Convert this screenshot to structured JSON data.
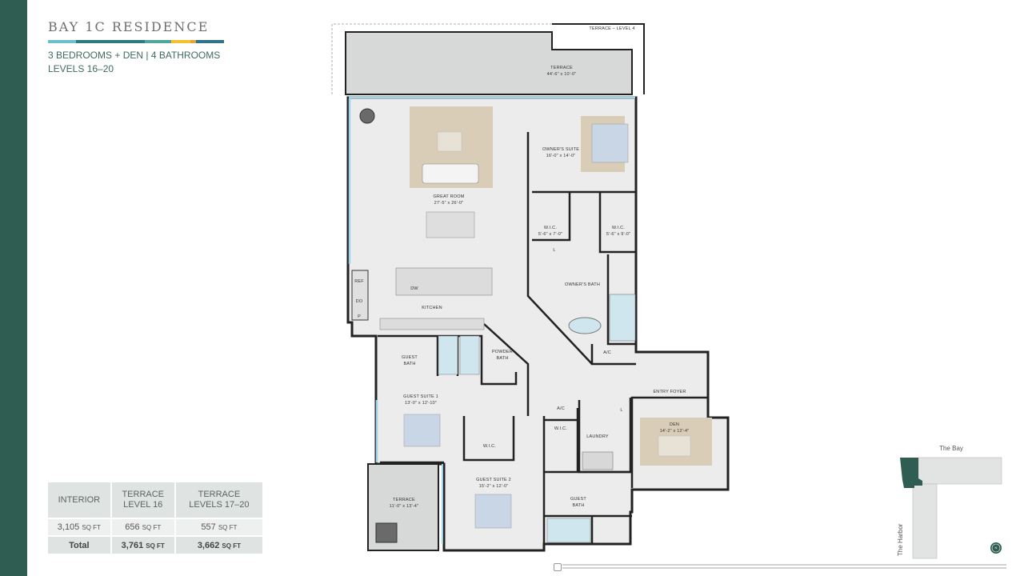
{
  "header": {
    "title": "BAY 1C RESIDENCE",
    "subtitle": "3 BEDROOMS + DEN  |  4 BATHROOMS",
    "levels": "LEVELS 16–20"
  },
  "colors": {
    "brand_green": "#2f5d52",
    "text_green": "#3f6a60"
  },
  "area_table": {
    "headers": [
      "INTERIOR",
      "TERRACE",
      "LEVEL 16",
      "TERRACE",
      "LEVELS 17–20"
    ],
    "row": [
      {
        "num": "3,105",
        "unit": "SQ FT"
      },
      {
        "num": "656",
        "unit": "SQ FT"
      },
      {
        "num": "557",
        "unit": "SQ FT"
      }
    ],
    "total": {
      "label": "Total",
      "level16": "3,761",
      "level17_20": "3,662",
      "unit": "SQ FT"
    }
  },
  "plan": {
    "terrace_level4": "TERRACE – LEVEL 4",
    "terrace_top": {
      "name": "TERRACE",
      "dim": "44'-6\" x 10'-0\""
    },
    "great_room": {
      "name": "GREAT ROOM",
      "dim": "27'-5\" x 26'-0\""
    },
    "owners_suite": {
      "name": "OWNER'S SUITE",
      "dim": "16'-0\" x 14'-0\""
    },
    "wic_1": {
      "name": "W.I.C.",
      "dim": "5'-6\" x 7'-0\""
    },
    "wic_2": {
      "name": "W.I.C.",
      "dim": "5'-6\" x 9'-0\""
    },
    "owners_bath": "OWNER'S BATH",
    "linen_1": "L",
    "ac_1": "A/C",
    "ref": "REF",
    "do": "DO",
    "pantry": "P",
    "dw": "DW",
    "kitchen": "KITCHEN",
    "guest_bath_1": {
      "l1": "GUEST",
      "l2": "BATH"
    },
    "powder_bath": {
      "l1": "POWDER",
      "l2": "BATH"
    },
    "guest_suite_1": {
      "name": "GUEST SUITE 1",
      "dim": "13'-0\" x 12'-10\""
    },
    "entry_foyer": "ENTRY FOYER",
    "ac_2": "A/C",
    "wic_3": "W.I.C.",
    "linen_2": "L",
    "laundry": "LAUNDRY",
    "den": {
      "name": "DEN",
      "dim": "14'-2\" x 12'-4\""
    },
    "wic_4": "W.I.C.",
    "guest_suite_2": {
      "name": "GUEST SUITE 2",
      "dim": "15'-2\" x 12'-0\""
    },
    "terrace_bottom": {
      "name": "TERRACE",
      "dim": "11'-0\" x 13'-4\""
    },
    "guest_bath_2": {
      "l1": "GUEST",
      "l2": "BATH"
    }
  },
  "keyplan": {
    "top_label": "The Bay",
    "side_label": "The Harbor",
    "compass": "N"
  }
}
